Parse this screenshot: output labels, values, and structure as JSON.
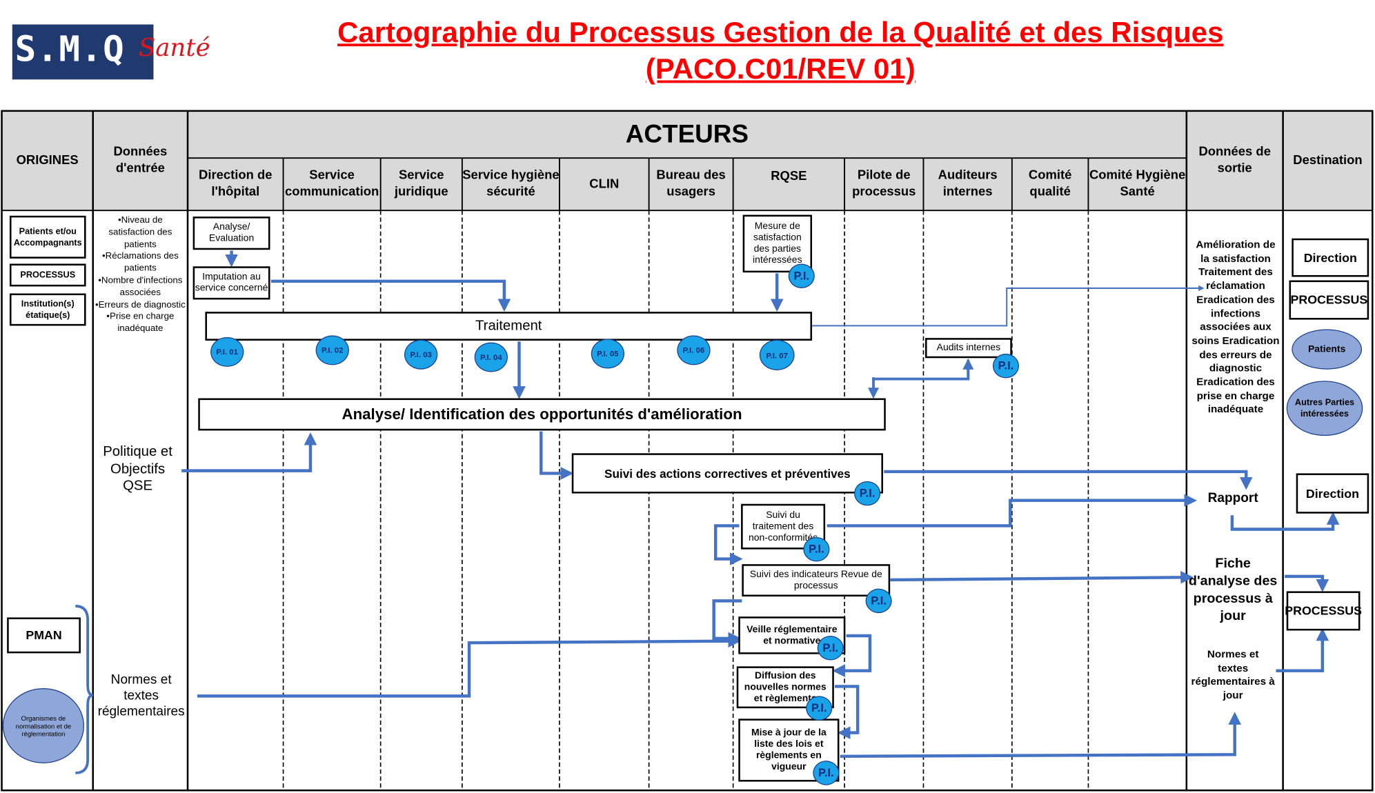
{
  "header": {
    "logo_text": "S.M.Q",
    "logo_sub": "Santé",
    "title_line1": "Cartographie du Processus Gestion de la Qualité et des Risques",
    "title_line2": "(PACO.C01/REV 01)"
  },
  "table": {
    "origines": "ORIGINES",
    "donnees_entree": "Données d'entrée",
    "acteurs": "ACTEURS",
    "donnees_sortie": "Données de sortie",
    "destination": "Destination",
    "actors": [
      "Direction de l'hôpital",
      "Service communication",
      "Service juridique",
      "Service hygiène sécurité",
      "CLIN",
      "Bureau des usagers",
      "RQSE",
      "Pilote de processus",
      "Auditeurs internes",
      "Comité qualité",
      "Comité Hygiène Santé"
    ]
  },
  "origins": {
    "patients": "Patients et/ou Accompagnants",
    "processus": "PROCESSUS",
    "institutions": "Institution(s) étatique(s)",
    "pman": "PMAN",
    "organismes": "Organismes de normalisation et de réglementation"
  },
  "inputs": {
    "bullets": [
      "•Niveau de satisfaction des patients",
      "•Réclamations des patients",
      "•Nombre d'infections associées",
      "•Erreurs de diagnostic",
      "•Prise en charge inadéquate"
    ],
    "politique": "Politique et Objectifs QSE",
    "normes": "Normes et textes réglementaires"
  },
  "activities": {
    "analyse_evaluation": "Analyse/ Evaluation",
    "imputation": "Imputation au service concerné",
    "mesure": "Mesure de satisfaction des parties intéressées",
    "traitement": "Traitement",
    "audits": "Audits internes",
    "analyse_identification": "Analyse/ Identification des opportunités d'amélioration",
    "suivi_actions": "Suivi des actions correctives et préventives",
    "suivi_nc": "Suivi du traitement des non-conformités",
    "suivi_indicateurs": "Suivi des indicateurs Revue de processus",
    "veille": "Veille réglementaire et normative",
    "diffusion": "Diffusion des nouvelles normes et règlements",
    "mise_a_jour": "Mise à jour de la liste des lois et règlements en vigueur"
  },
  "pi_labels": {
    "pi01": "P.I. 01",
    "pi02": "P.I. 02",
    "pi03": "P.I. 03",
    "pi04": "P.I. 04",
    "pi05": "P.I. 05",
    "pi06": "P.I. 06",
    "pi07": "P.I. 07",
    "pi": "P.I."
  },
  "outputs": {
    "amelioration": "Amélioration de la satisfaction Traitement des réclamation Eradication des infections associées aux soins Eradication des erreurs de diagnostic Eradication des prise en charge inadéquate",
    "rapport": "Rapport",
    "fiche": "Fiche d'analyse des processus à jour",
    "normes_jour": "Normes et textes réglementaires à jour"
  },
  "destinations": {
    "direction": "Direction",
    "processus": "PROCESSUS",
    "patients": "Patients",
    "autres": "Autres Parties intéressées"
  },
  "colors": {
    "title": "#ff0000",
    "header_bg": "#d9d9d9",
    "arrow": "#4472c4",
    "pi_fill": "#1aa3e8",
    "oval_fill": "#8fa6d8",
    "logo_bg": "#203a70"
  }
}
